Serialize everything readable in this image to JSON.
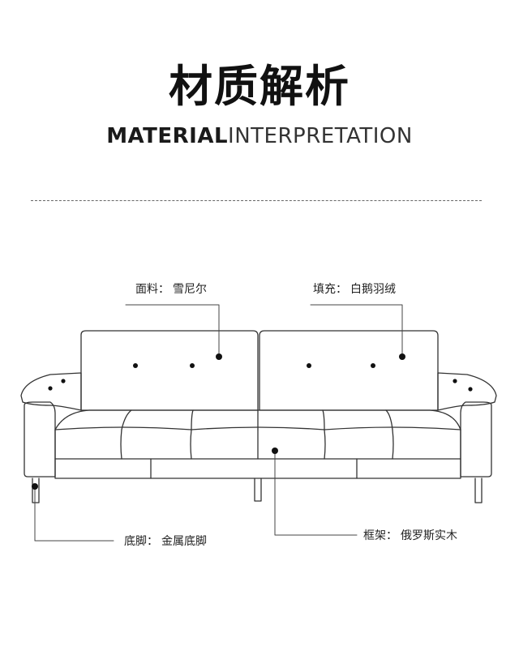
{
  "title": "材质解析",
  "subtitle": {
    "bold": "MATERIAL",
    "light": "INTERPRETATION"
  },
  "labels": {
    "fabric": {
      "name": "面料：",
      "value": "雪尼尔"
    },
    "filling": {
      "name": "填充：",
      "value": "白鹅羽绒"
    },
    "feet": {
      "name": "底脚：",
      "value": "金属底脚"
    },
    "frame": {
      "name": "框架：",
      "value": "俄罗斯实木"
    }
  }
}
